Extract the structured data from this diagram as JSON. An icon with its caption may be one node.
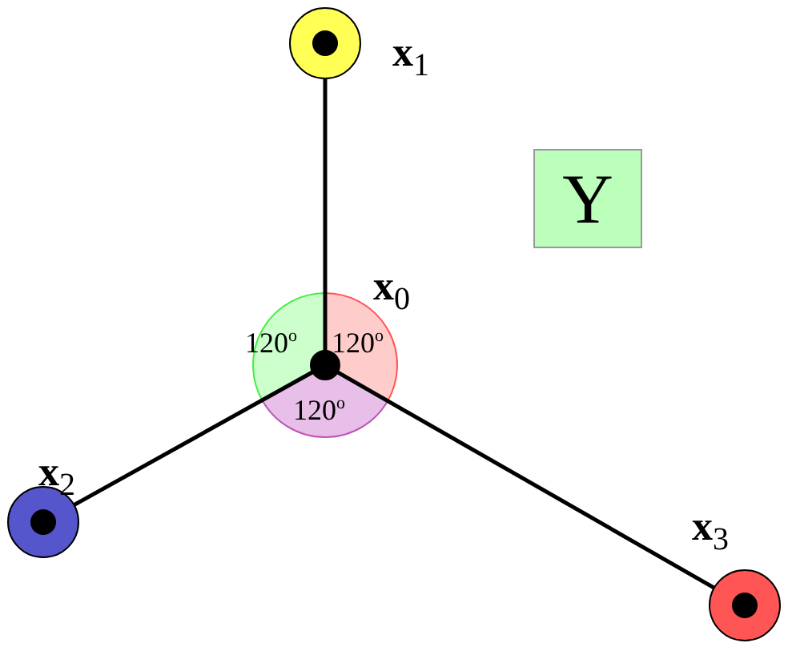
{
  "diagram": {
    "nodes": [
      {
        "text": [
          "**x**$_{1}$"
        ]
      },
      {
        "text": [
          "**x**$_{0}$"
        ]
      },
      {
        "text": [
          "**x**$_{2}$"
        ]
      },
      {
        "text": [
          "**x**$_{3}$"
        ]
      },
      {
        "text": [
          "Y"
        ]
      }
    ],
    "edges": [
      {
        "from": 1,
        "to": 0,
        "arrow": "none"
      },
      {
        "from": 1,
        "to": 2,
        "arrow": "none"
      },
      {
        "from": 1,
        "to": 3,
        "arrow": "none"
      }
    ],
    "labels": [
      "120$^{o}$",
      "120$^{o}$",
      "120$^{o}$"
    ]
  }
}
